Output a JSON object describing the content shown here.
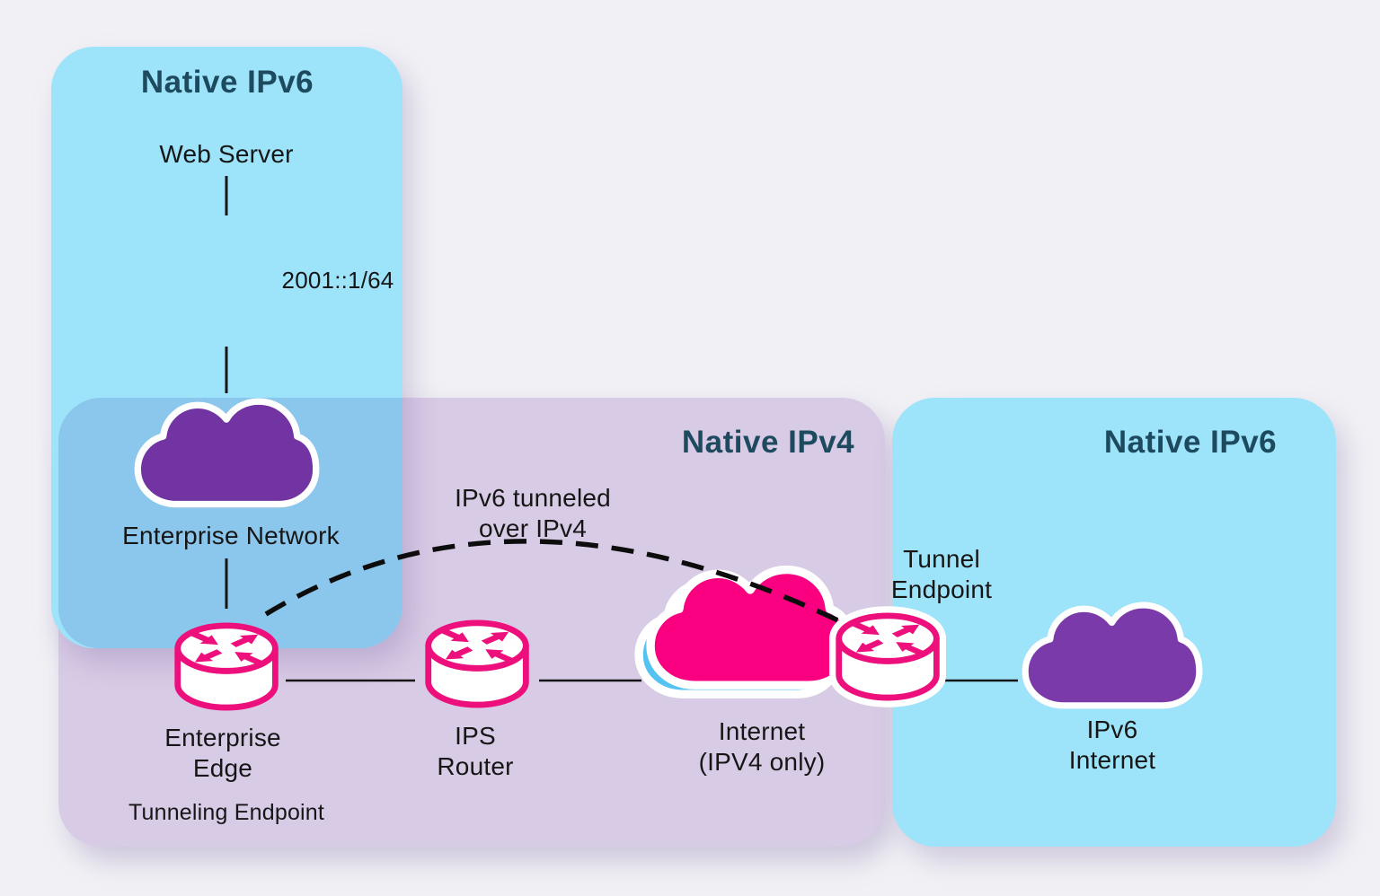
{
  "regions": {
    "left_ipv6": {
      "title": "Native IPv6"
    },
    "ipv4": {
      "title": "Native IPv4"
    },
    "right_ipv6": {
      "title": "Native IPv6"
    }
  },
  "nodes": {
    "web_server": {
      "label": "Web Server",
      "address": "2001::1/64"
    },
    "enterprise_network": {
      "label": "Enterprise Network"
    },
    "enterprise_edge": {
      "label": "Enterprise\nEdge",
      "sublabel": "Tunneling Endpoint"
    },
    "ips_router": {
      "label": "IPS\nRouter"
    },
    "internet": {
      "label": "Internet\n(IPV4 only)"
    },
    "tunnel_endpoint": {
      "label": "Tunnel\nEndpoint"
    },
    "ipv6_internet": {
      "label": "IPv6\nInternet"
    }
  },
  "annotations": {
    "tunnel_note": "IPv6 tunneled\nover IPv4"
  },
  "icons": {
    "enterprise_cloud": "cloud",
    "ipv6_internet_cloud": "cloud",
    "internet_cloud": "cloud-with-blue-accent",
    "enterprise_edge_router": "cisco-router",
    "ips_router": "cisco-router",
    "tunnel_endpoint_router": "cisco-router-with-white-halo",
    "tunnel_path": "dashed-arc"
  },
  "colors": {
    "bg": "#f1f1f5",
    "region_blue": "#9de3fa",
    "region_overlap": "#8bc6ec",
    "region_lavender": "#d8cbe5",
    "title_teal": "#1d4a5f",
    "router_pink": "#ed0f7c",
    "cloud_purple": "#7334a3",
    "cloud_purple_light": "#7b3aaa",
    "internet_pink": "#fa0080",
    "internet_blue": "#54c3f1",
    "ink": "#161616"
  }
}
